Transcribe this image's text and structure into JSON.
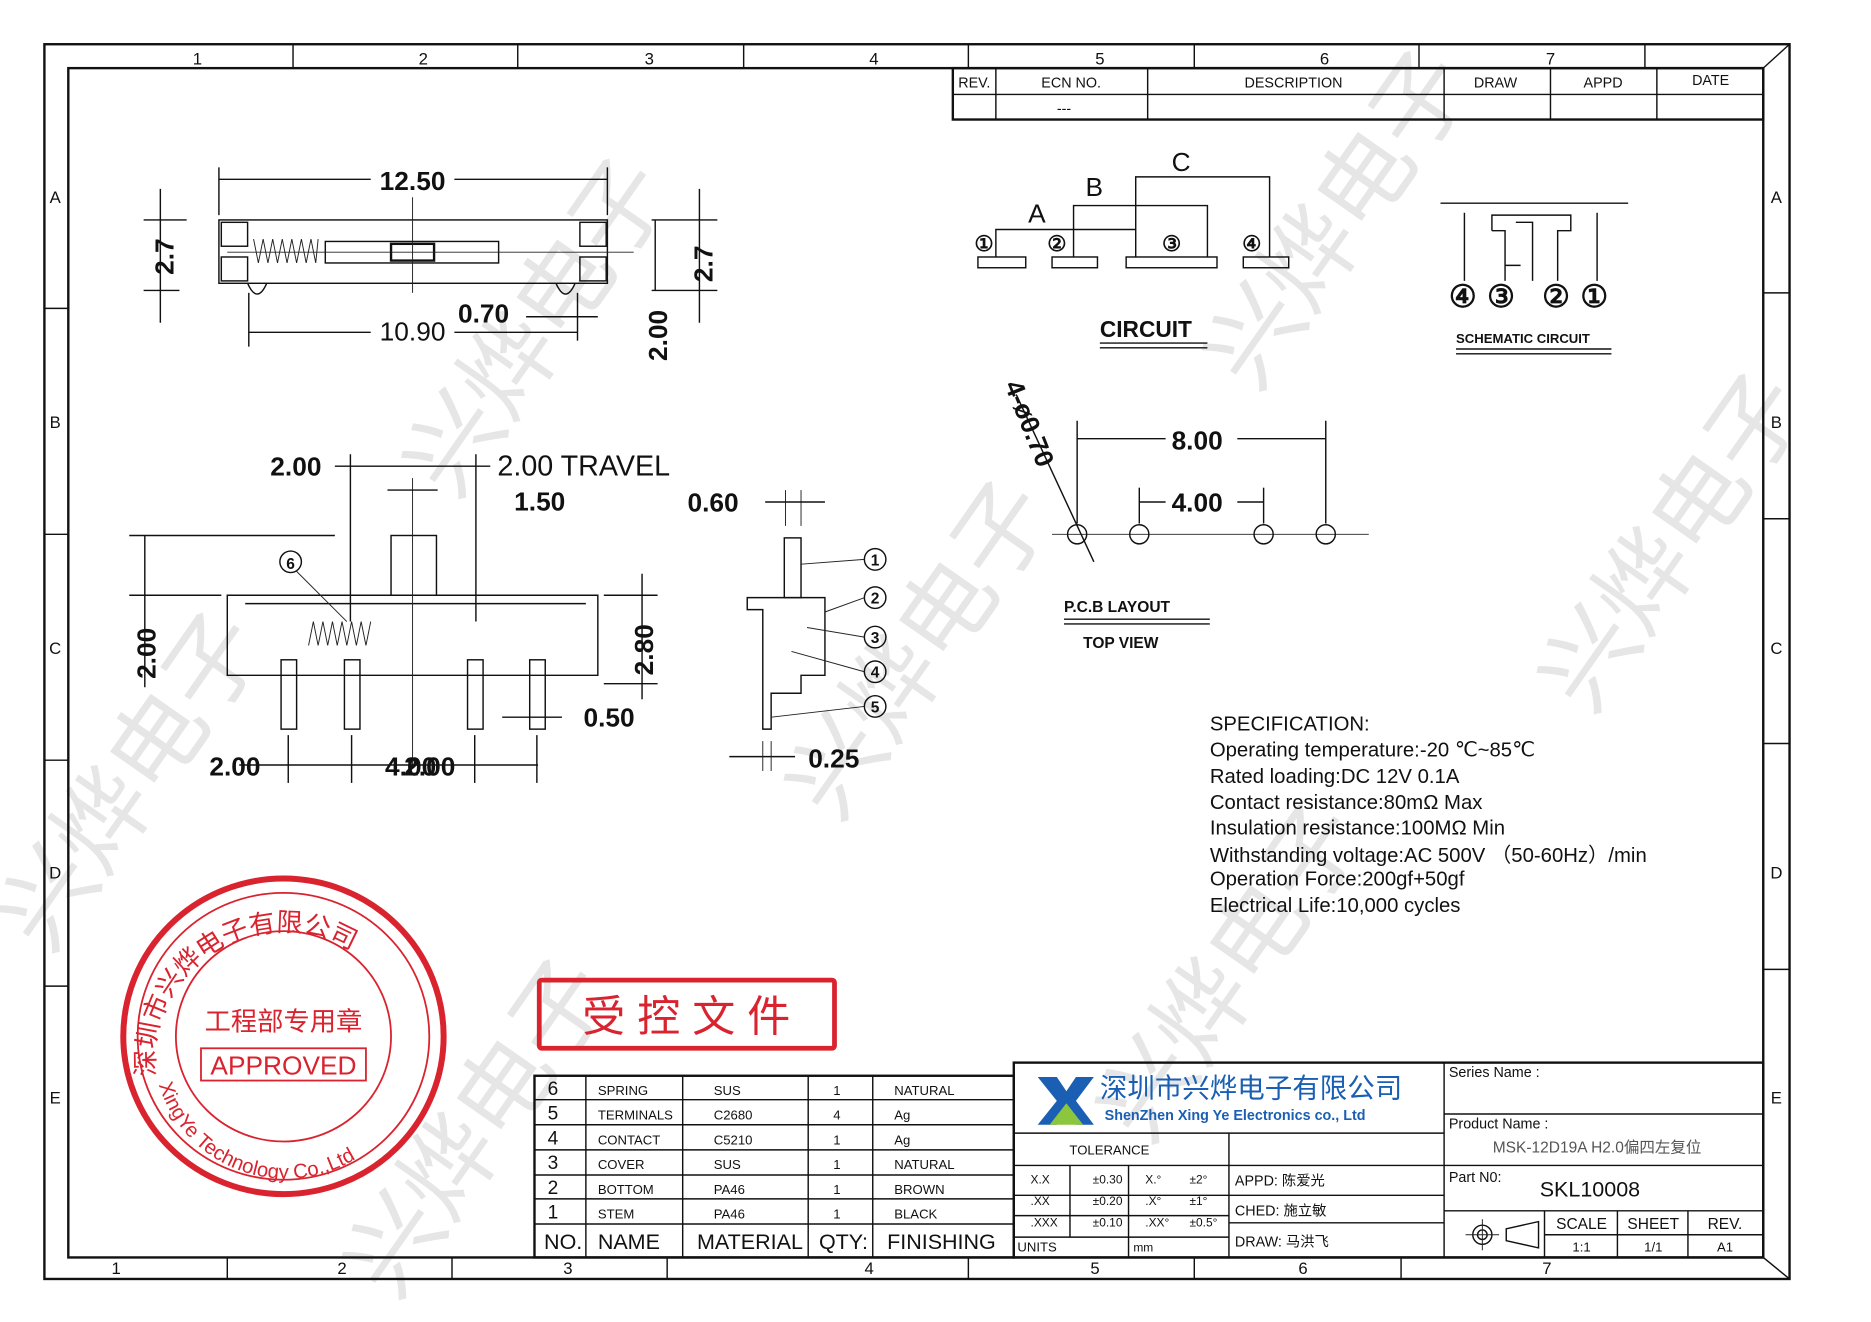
{
  "watermark": "兴烨电子",
  "frame": {
    "top_cols": [
      "1",
      "2",
      "3",
      "4",
      "5",
      "6",
      "7"
    ],
    "bottom_cols": [
      "1",
      "2",
      "3",
      "4",
      "5",
      "6",
      "7"
    ],
    "rows": [
      "A",
      "B",
      "C",
      "D",
      "E"
    ]
  },
  "revision_table": {
    "headers": [
      "REV.",
      "ECN NO.",
      "DESCRIPTION",
      "DRAW",
      "APPD",
      "DATE"
    ],
    "row": [
      "",
      "---",
      "",
      "",
      "",
      ""
    ]
  },
  "top_view": {
    "width": "12.50",
    "height_left": "2.7",
    "height_right": "2.7",
    "pitch": "10.90",
    "notch": "0.70",
    "offset": "2.00"
  },
  "front_view": {
    "travel_label": "2.00  TRAVEL",
    "travel_left": "2.00",
    "stem_width": "1.50",
    "height_left": "2.00",
    "height_right": "2.80",
    "pin_width": "0.50",
    "pin_pitch_left": "2.00",
    "pin_pitch_mid": "4.00",
    "pin_pitch_overlap": "2.00",
    "callout": "6"
  },
  "side_view": {
    "top": "0.60",
    "bottom": "0.25",
    "callouts": [
      "1",
      "2",
      "3",
      "4",
      "5"
    ]
  },
  "circuit": {
    "title": "CIRCUIT",
    "positions": [
      "A",
      "B",
      "C"
    ],
    "terminals": [
      "①",
      "②",
      "③",
      "④"
    ]
  },
  "schematic": {
    "title": "SCHEMATIC CIRCUIT",
    "terminals": [
      "④",
      "③",
      "②",
      "①"
    ]
  },
  "pcb": {
    "holes": "4-ø0.70",
    "span": "8.00",
    "inner": "4.00",
    "title": "P.C.B LAYOUT",
    "subtitle": "TOP VIEW"
  },
  "specification": {
    "title": "SPECIFICATION:",
    "lines": [
      "Operating temperature:-20 ℃~85℃",
      "Rated loading:DC 12V 0.1A",
      "Contact resistance:80mΩ Max",
      "Insulation resistance:100MΩ Min",
      "Withstanding voltage:AC 500V （50-60Hz）/min",
      "Operation Force:200gf+50gf",
      "Electrical Life:10,000 cycles"
    ]
  },
  "stamp": {
    "outer_cn": "深圳市兴烨电子有限公司",
    "center_cn": "工程部专用章",
    "approved": "APPROVED",
    "outer_en": "XingYe Technology Co.,Ltd"
  },
  "controlled_doc": "受 控 文 件",
  "bom": {
    "headers": [
      "NO.",
      "NAME",
      "MATERIAL",
      "QTY:",
      "FINISHING"
    ],
    "rows": [
      [
        "6",
        "SPRING",
        "SUS",
        "1",
        "NATURAL"
      ],
      [
        "5",
        "TERMINALS",
        "C2680",
        "4",
        "Ag"
      ],
      [
        "4",
        "CONTACT",
        "C5210",
        "1",
        "Ag"
      ],
      [
        "3",
        "COVER",
        "SUS",
        "1",
        "NATURAL"
      ],
      [
        "2",
        "BOTTOM",
        "PA46",
        "1",
        "BROWN"
      ],
      [
        "1",
        "STEM",
        "PA46",
        "1",
        "BLACK"
      ]
    ]
  },
  "title_block": {
    "company_cn": "深圳市兴烨电子有限公司",
    "company_en": "ShenZhen Xing Ye Electronics co., Ltd",
    "tolerance_label": "TOLERANCE",
    "tolerances": [
      [
        "X.X",
        "±0.30",
        "X.°",
        "±2°"
      ],
      [
        ".XX",
        "±0.20",
        ".X°",
        "±1°"
      ],
      [
        ".XXX",
        "±0.10",
        ".XX°",
        "±0.5°"
      ]
    ],
    "units_label": "UNITS",
    "units": "mm",
    "appd": "APPD: 陈爱光",
    "ched": "CHED: 施立敏",
    "draw": "DRAW: 马洪飞",
    "series_label": "Series Name :",
    "product_label": "Product Name :",
    "product_name": "MSK-12D19A H2.0偏四左复位",
    "part_label": "Part N0:",
    "part_no": "SKL10008",
    "scale_label": "SCALE",
    "scale": "1:1",
    "sheet_label": "SHEET",
    "sheet": "1/1",
    "rev_label": "REV.",
    "rev": "A1"
  },
  "colors": {
    "stamp": "#d9232e",
    "logo_blue": "#1a5fb4",
    "logo_green": "#8cc63f"
  }
}
